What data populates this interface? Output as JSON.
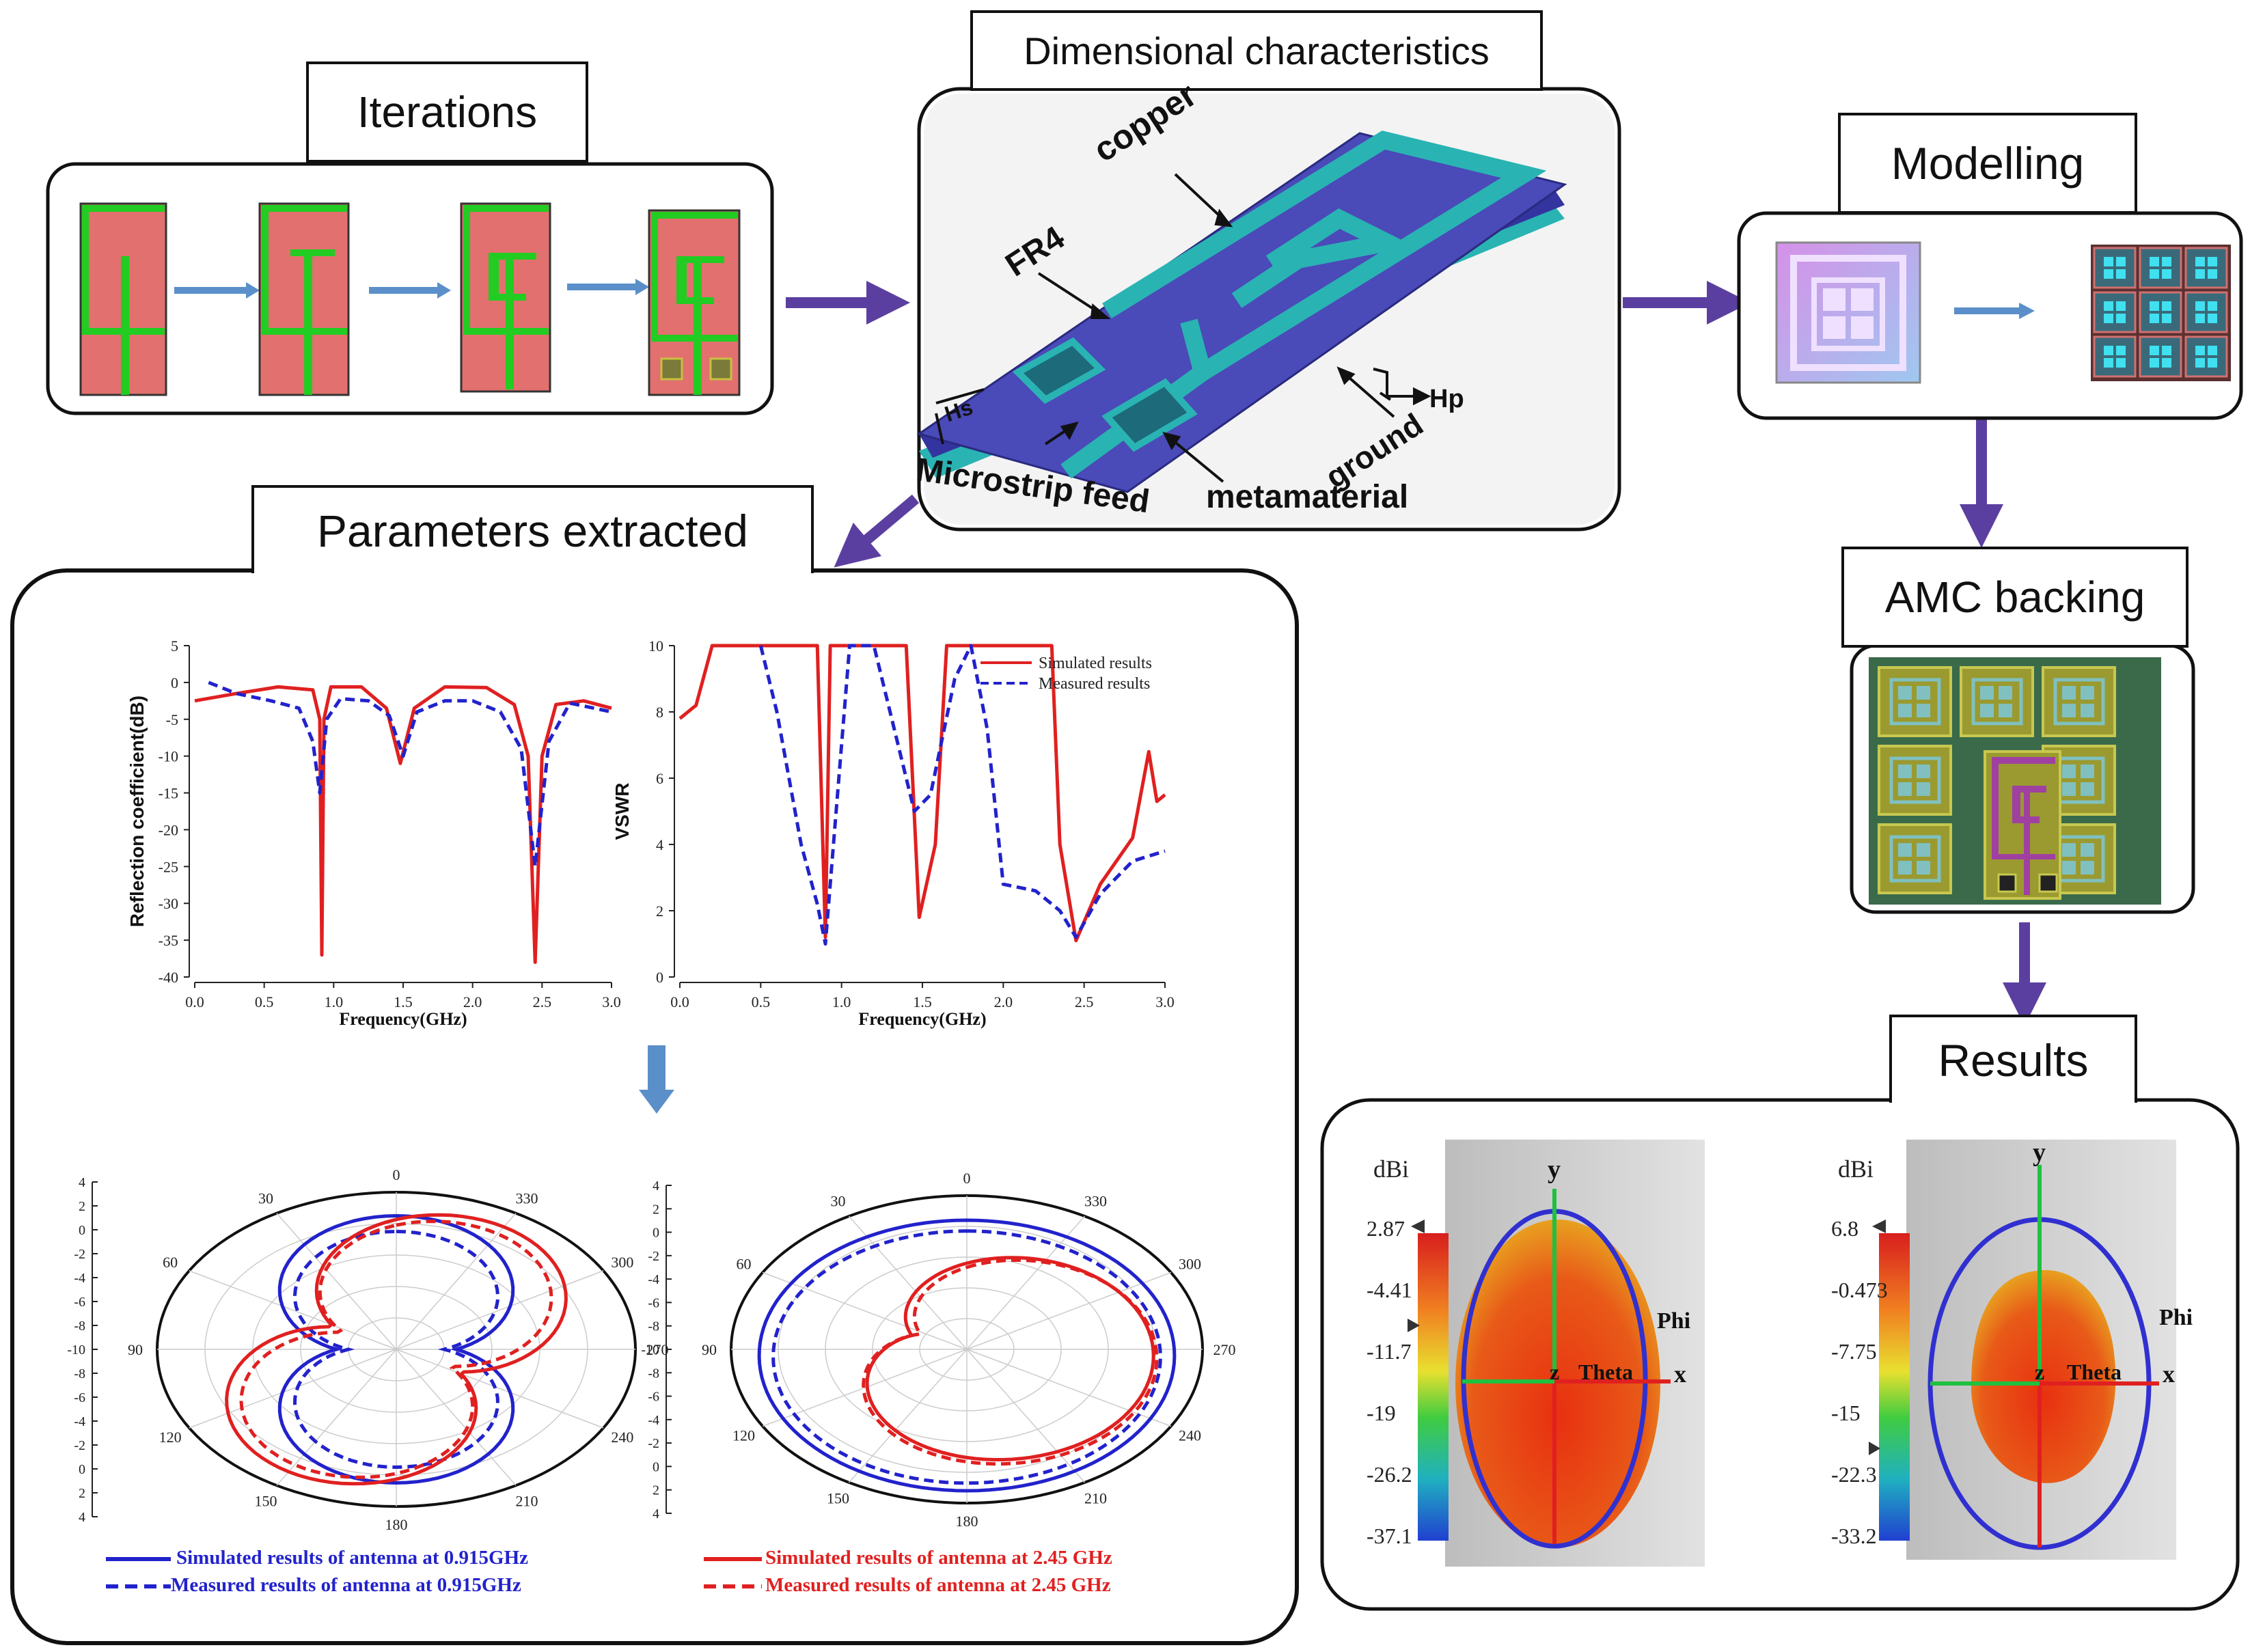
{
  "titles": {
    "iterations": "Iterations",
    "dimensional": "Dimensional characteristics",
    "modelling": "Modelling",
    "parameters": "Parameters extracted",
    "amc": "AMC backing",
    "results": "Results"
  },
  "antenna_labels": {
    "copper": "copper",
    "fr4": "FR4",
    "hs": "Hs",
    "hp": "Hp",
    "microstrip": "Microstrip feed",
    "metamaterial": "metamaterial",
    "ground": "ground"
  },
  "colors": {
    "simulated": "#e02020",
    "measured": "#2222cc",
    "flow_arrow": "#5b3fa0",
    "small_arrow": "#5b8fc9",
    "iteration_bg": "#e2706e",
    "iteration_trace": "#22cc22",
    "substrate": "#4a4ab8",
    "copper_trace": "#2ab3b3"
  },
  "chart_data": [
    {
      "type": "line",
      "xlabel": "Frequency(GHz)",
      "ylabel": "Reflection coefficient(dB)",
      "xlim": [
        0,
        3.0
      ],
      "ylim": [
        -40,
        5
      ],
      "x_ticks": [
        "0.0",
        "0.5",
        "1.0",
        "1.5",
        "2.0",
        "2.5",
        "3.0"
      ],
      "y_ticks": [
        "5",
        "0",
        "-5",
        "-10",
        "-15",
        "-20",
        "-25",
        "-30",
        "-35",
        "-40"
      ],
      "series": [
        {
          "style": "solid",
          "color": "#e02020",
          "points": [
            [
              0,
              -2.5
            ],
            [
              0.3,
              -1.5
            ],
            [
              0.6,
              -0.6
            ],
            [
              0.85,
              -1.0
            ],
            [
              0.9,
              -5
            ],
            [
              0.915,
              -37
            ],
            [
              0.93,
              -5
            ],
            [
              0.98,
              -0.6
            ],
            [
              1.2,
              -0.6
            ],
            [
              1.38,
              -3.5
            ],
            [
              1.48,
              -11
            ],
            [
              1.58,
              -3.5
            ],
            [
              1.8,
              -0.6
            ],
            [
              2.1,
              -0.7
            ],
            [
              2.3,
              -3
            ],
            [
              2.4,
              -10
            ],
            [
              2.45,
              -38
            ],
            [
              2.5,
              -10
            ],
            [
              2.6,
              -3
            ],
            [
              2.8,
              -2.5
            ],
            [
              3.0,
              -3.5
            ]
          ]
        },
        {
          "style": "dashed",
          "color": "#2222cc",
          "points": [
            [
              0.1,
              0
            ],
            [
              0.3,
              -1.5
            ],
            [
              0.55,
              -2.5
            ],
            [
              0.75,
              -3.5
            ],
            [
              0.85,
              -8
            ],
            [
              0.9,
              -15
            ],
            [
              0.95,
              -5
            ],
            [
              1.05,
              -2.2
            ],
            [
              1.25,
              -2.5
            ],
            [
              1.4,
              -4.5
            ],
            [
              1.5,
              -10
            ],
            [
              1.6,
              -4
            ],
            [
              1.8,
              -2.5
            ],
            [
              2.0,
              -2.5
            ],
            [
              2.2,
              -4
            ],
            [
              2.35,
              -9
            ],
            [
              2.45,
              -25
            ],
            [
              2.55,
              -8
            ],
            [
              2.7,
              -2.8
            ],
            [
              3.0,
              -4
            ]
          ]
        }
      ]
    },
    {
      "type": "line",
      "xlabel": "Frequency(GHz)",
      "ylabel": "VSWR",
      "xlim": [
        0,
        3.0
      ],
      "ylim": [
        0,
        10
      ],
      "x_ticks": [
        "0.0",
        "0.5",
        "1.0",
        "1.5",
        "2.0",
        "2.5",
        "3.0"
      ],
      "y_ticks": [
        "0",
        "2",
        "4",
        "6",
        "8",
        "10"
      ],
      "legend": [
        "Simulated results",
        "Measured results"
      ],
      "legend_position": "top-right",
      "series": [
        {
          "name": "Simulated results",
          "style": "solid",
          "color": "#e02020",
          "points": [
            [
              0,
              7.8
            ],
            [
              0.1,
              8.2
            ],
            [
              0.2,
              10
            ],
            [
              0.85,
              10
            ],
            [
              0.9,
              1.2
            ],
            [
              0.93,
              10
            ],
            [
              1.4,
              10
            ],
            [
              1.48,
              1.8
            ],
            [
              1.58,
              4
            ],
            [
              1.65,
              10
            ],
            [
              2.3,
              10
            ],
            [
              2.35,
              4
            ],
            [
              2.45,
              1.1
            ],
            [
              2.6,
              2.8
            ],
            [
              2.8,
              4.2
            ],
            [
              2.9,
              6.8
            ],
            [
              2.95,
              5.3
            ],
            [
              3.0,
              5.5
            ]
          ]
        },
        {
          "name": "Measured results",
          "style": "dashed",
          "color": "#2222cc",
          "points": [
            [
              0.5,
              10
            ],
            [
              0.6,
              8
            ],
            [
              0.75,
              4
            ],
            [
              0.85,
              2.2
            ],
            [
              0.9,
              1.0
            ],
            [
              0.95,
              4
            ],
            [
              1.05,
              10
            ],
            [
              1.2,
              10
            ],
            [
              1.35,
              7
            ],
            [
              1.45,
              5
            ],
            [
              1.55,
              5.5
            ],
            [
              1.7,
              9
            ],
            [
              1.8,
              10
            ],
            [
              1.9,
              7.5
            ],
            [
              2.0,
              2.8
            ],
            [
              2.2,
              2.6
            ],
            [
              2.35,
              2
            ],
            [
              2.45,
              1.2
            ],
            [
              2.6,
              2.5
            ],
            [
              2.8,
              3.5
            ],
            [
              3.0,
              3.8
            ]
          ]
        }
      ]
    },
    {
      "type": "polar",
      "r_ticks": [
        "4",
        "2",
        "0",
        "-2",
        "-4",
        "-6",
        "-8",
        "-10",
        "-8",
        "-6",
        "-4",
        "-2",
        "0",
        "2",
        "4"
      ],
      "angle_labels": [
        "0",
        "30",
        "60",
        "90",
        "120",
        "150",
        "180",
        "210",
        "240",
        "270",
        "300",
        "330"
      ],
      "series": [
        {
          "name": "Simulated results of antenna at 0.915GHz",
          "style": "solid",
          "color": "#2222cc",
          "shape": "figure-eight"
        },
        {
          "name": "Measured results of antenna at 0.915GHz",
          "style": "dashed",
          "color": "#2222cc",
          "shape": "figure-eight"
        },
        {
          "name": "Simulated results of antenna at 2.45 GHz",
          "style": "solid",
          "color": "#e02020",
          "shape": "tilted-lobes"
        },
        {
          "name": "Measured results of antenna at 2.45 GHz",
          "style": "dashed",
          "color": "#e02020",
          "shape": "tilted-lobes"
        }
      ]
    },
    {
      "type": "polar",
      "r_ticks": [
        "4",
        "2",
        "0",
        "-2",
        "-4",
        "-6",
        "-8",
        "-10",
        "-8",
        "-6",
        "-4",
        "-2",
        "0",
        "2",
        "4"
      ],
      "angle_labels": [
        "0",
        "30",
        "60",
        "90",
        "120",
        "150",
        "180",
        "210",
        "240",
        "270",
        "300",
        "330"
      ],
      "series": [
        {
          "style": "solid",
          "color": "#2222cc",
          "shape": "omnidirectional"
        },
        {
          "style": "dashed",
          "color": "#2222cc",
          "shape": "omnidirectional"
        },
        {
          "style": "solid",
          "color": "#e02020",
          "shape": "heart"
        },
        {
          "style": "dashed",
          "color": "#e02020",
          "shape": "heart"
        }
      ]
    }
  ],
  "polar_legend": {
    "blue_solid": "Simulated results of antenna at 0.915GHz",
    "blue_dashed": "Measured results of antenna at 0.915GHz",
    "red_solid": "Simulated results of antenna at 2.45 GHz",
    "red_dashed": "Measured results of antenna at 2.45 GHz"
  },
  "radiation": {
    "left": {
      "unit": "dBi",
      "scale": [
        "2.87",
        "-4.41",
        "-11.7",
        "-19",
        "-26.2",
        "-37.1"
      ],
      "axis_y": "y",
      "axis_x": "x",
      "axis_z": "z",
      "theta": "Theta",
      "phi": "Phi"
    },
    "right": {
      "unit": "dBi",
      "scale": [
        "6.8",
        "-0.473",
        "-7.75",
        "-15",
        "-22.3",
        "-33.2"
      ],
      "axis_y": "y",
      "axis_x": "x",
      "axis_z": "z",
      "theta": "Theta",
      "phi": "Phi"
    }
  }
}
